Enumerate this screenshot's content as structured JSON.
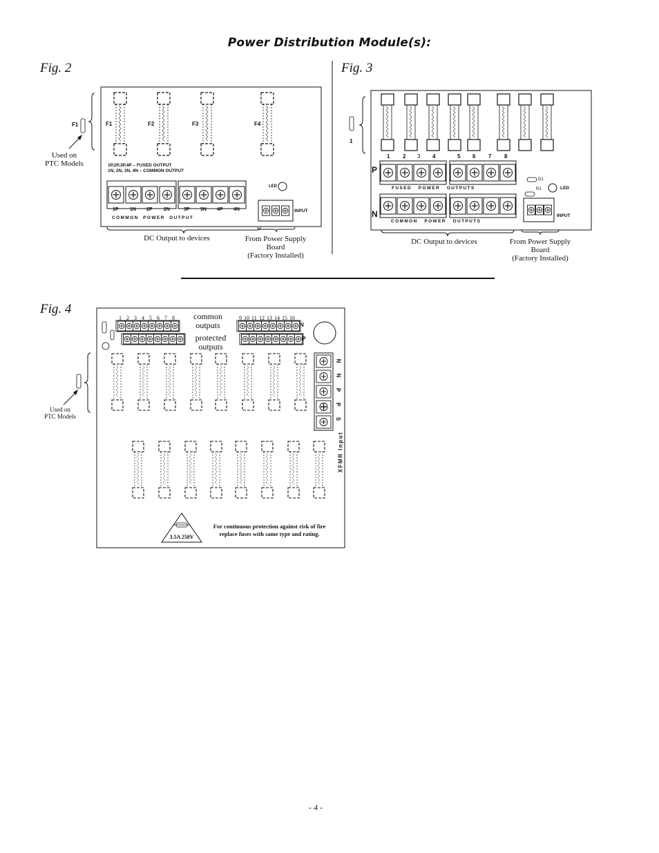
{
  "page": {
    "title": "Power Distribution Module(s):",
    "page_number": "- 4 -"
  },
  "fig2": {
    "label": "Fig. 2",
    "side_fuse": "F1",
    "used_on": "Used on",
    "ptc_models": "PTC Models",
    "fuses": [
      "F1",
      "F2",
      "F3",
      "F4"
    ],
    "legend_line1": "1P,2P,3P,4P – FUSED OUTPUT",
    "legend_line2": "1N, 2N, 3N, 4N – COMMON OUTPUT",
    "terminals": [
      "1P",
      "1N",
      "2P",
      "2N",
      "3P",
      "3N",
      "4P",
      "4N"
    ],
    "bottom_text": "COMMON  POWER  OUTPUT",
    "led": "LED",
    "input": "INPUT",
    "dc_output": "DC Output to devices",
    "from_psb_1": "From Power Supply",
    "from_psb_2": "Board",
    "from_psb_3": "(Factory Installed)"
  },
  "fig3": {
    "label": "Fig. 3",
    "side_label": "1",
    "numbers": [
      "1",
      "2",
      "3",
      "4",
      "5",
      "6",
      "7",
      "8"
    ],
    "row_p": "P",
    "row_n": "N",
    "fused_text": "FUSED   POWER   OUTPUTS",
    "common_text": "COMMON   POWER   OUTPUTS",
    "d1": "D1",
    "r1": "R1",
    "led": "LED",
    "input": "INPUT",
    "dc_output": "DC Output to devices",
    "from_psb_1": "From Power Supply",
    "from_psb_2": "Board",
    "from_psb_3": "(Factory Installed)"
  },
  "fig4": {
    "label": "Fig. 4",
    "used_on": "Used on",
    "ptc_models": "PTC Models",
    "nums_left": [
      "1",
      "2",
      "3",
      "4",
      "5",
      "6",
      "7",
      "8"
    ],
    "nums_right": [
      "9",
      "10",
      "11",
      "12",
      "13",
      "14",
      "15",
      "16"
    ],
    "row_n": "N",
    "row_p": "P",
    "common_1": "common",
    "common_2": "outputs",
    "protected_1": "protected",
    "protected_2": "outputs",
    "xfmr_letters": [
      "N",
      "N",
      "P",
      "P",
      "S"
    ],
    "xfmr_label": "XFMR Input",
    "fuse_rating": "3.5A 250V",
    "warning_1": "For continuous protection against risk of fire",
    "warning_2": "replace fuses with same type and rating."
  }
}
